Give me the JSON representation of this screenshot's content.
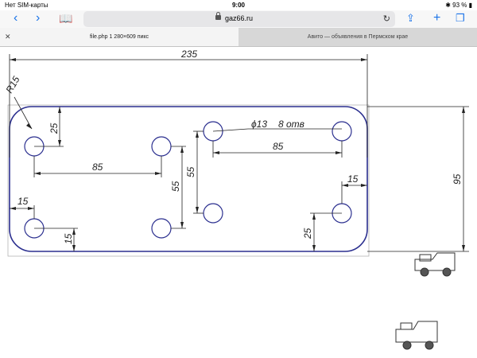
{
  "status": {
    "carrier": "Нет SIM-карты",
    "time": "9:00",
    "battery": "93 %"
  },
  "browser": {
    "url": "gaz66.ru",
    "tabs": [
      {
        "title": "file.php 1 280×609 пикс",
        "active": true
      },
      {
        "title": "Авито — объявления в Пермском крае",
        "active": false
      }
    ]
  },
  "drawing": {
    "overall_width": "235",
    "radius": "R15",
    "hole_note": "ϕ13",
    "hole_count": "8 отв",
    "dims": {
      "left_top_25": "25",
      "left_85": "85",
      "right_85": "85",
      "mid_55_a": "55",
      "mid_55_b": "55",
      "left_15": "15",
      "bottom_15": "15",
      "right_15": "15",
      "right_25": "25",
      "height_95": "95"
    },
    "colors": {
      "outline": "#2b2f8f",
      "dimension": "#222222"
    }
  }
}
